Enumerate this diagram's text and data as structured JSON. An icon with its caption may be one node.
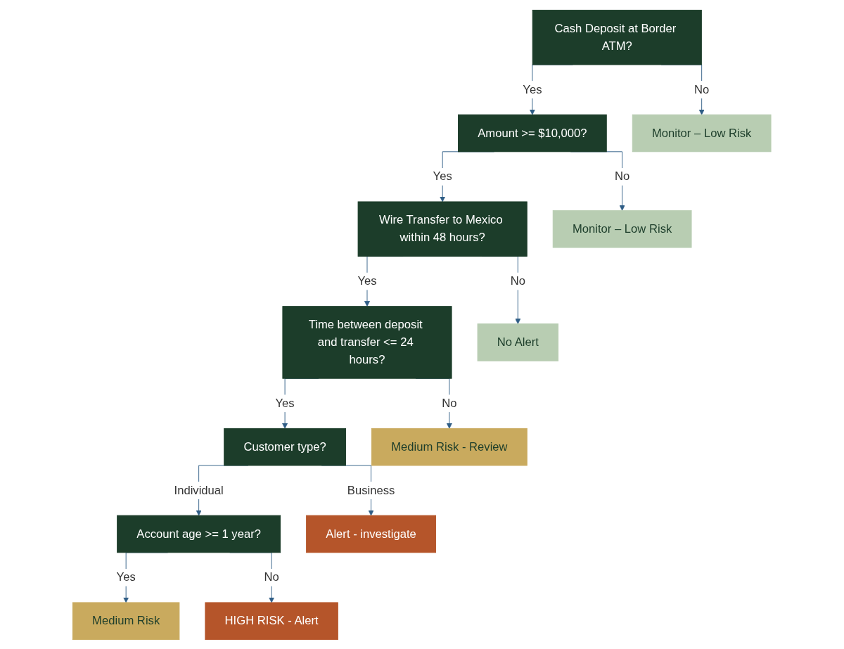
{
  "diagram": {
    "nodes": [
      {
        "text": [
          "Cash Deposit at Border ATM?"
        ]
      },
      {
        "text": [
          "Amount >= $10,000?"
        ]
      },
      {
        "text": [
          "Monitor – Low Risk"
        ]
      },
      {
        "text": [
          "Wire Transfer to Mexico within 48 hours?"
        ]
      },
      {
        "text": [
          "Monitor – Low Risk"
        ]
      },
      {
        "text": [
          "Time between deposit and transfer <= 24 hours?"
        ]
      },
      {
        "text": [
          "No Alert"
        ]
      },
      {
        "text": [
          "Customer type?"
        ]
      },
      {
        "text": [
          "Medium Risk - Review"
        ]
      },
      {
        "text": [
          "Account age >= 1 year?"
        ]
      },
      {
        "text": [
          "Alert - investigate"
        ]
      },
      {
        "text": [
          "Medium Risk"
        ]
      },
      {
        "text": [
          "HIGH RISK - Alert"
        ]
      }
    ],
    "edges": [
      {
        "from": 0,
        "to": 1,
        "arrow": "to",
        "label": "Yes"
      },
      {
        "from": 0,
        "to": 2,
        "arrow": "to",
        "label": "No"
      },
      {
        "from": 1,
        "to": 3,
        "arrow": "to",
        "label": "Yes"
      },
      {
        "from": 1,
        "to": 4,
        "arrow": "to",
        "label": "No"
      },
      {
        "from": 3,
        "to": 5,
        "arrow": "to",
        "label": "Yes"
      },
      {
        "from": 3,
        "to": 6,
        "arrow": "to",
        "label": "No"
      },
      {
        "from": 5,
        "to": 7,
        "arrow": "to",
        "label": "Yes"
      },
      {
        "from": 5,
        "to": 8,
        "arrow": "to",
        "label": "No"
      },
      {
        "from": 7,
        "to": 9,
        "arrow": "to",
        "label": "Individual"
      },
      {
        "from": 7,
        "to": 10,
        "arrow": "to",
        "label": "Business"
      },
      {
        "from": 9,
        "to": 11,
        "arrow": "to",
        "label": "Yes"
      },
      {
        "from": 9,
        "to": 12,
        "arrow": "to",
        "label": "No"
      }
    ]
  }
}
